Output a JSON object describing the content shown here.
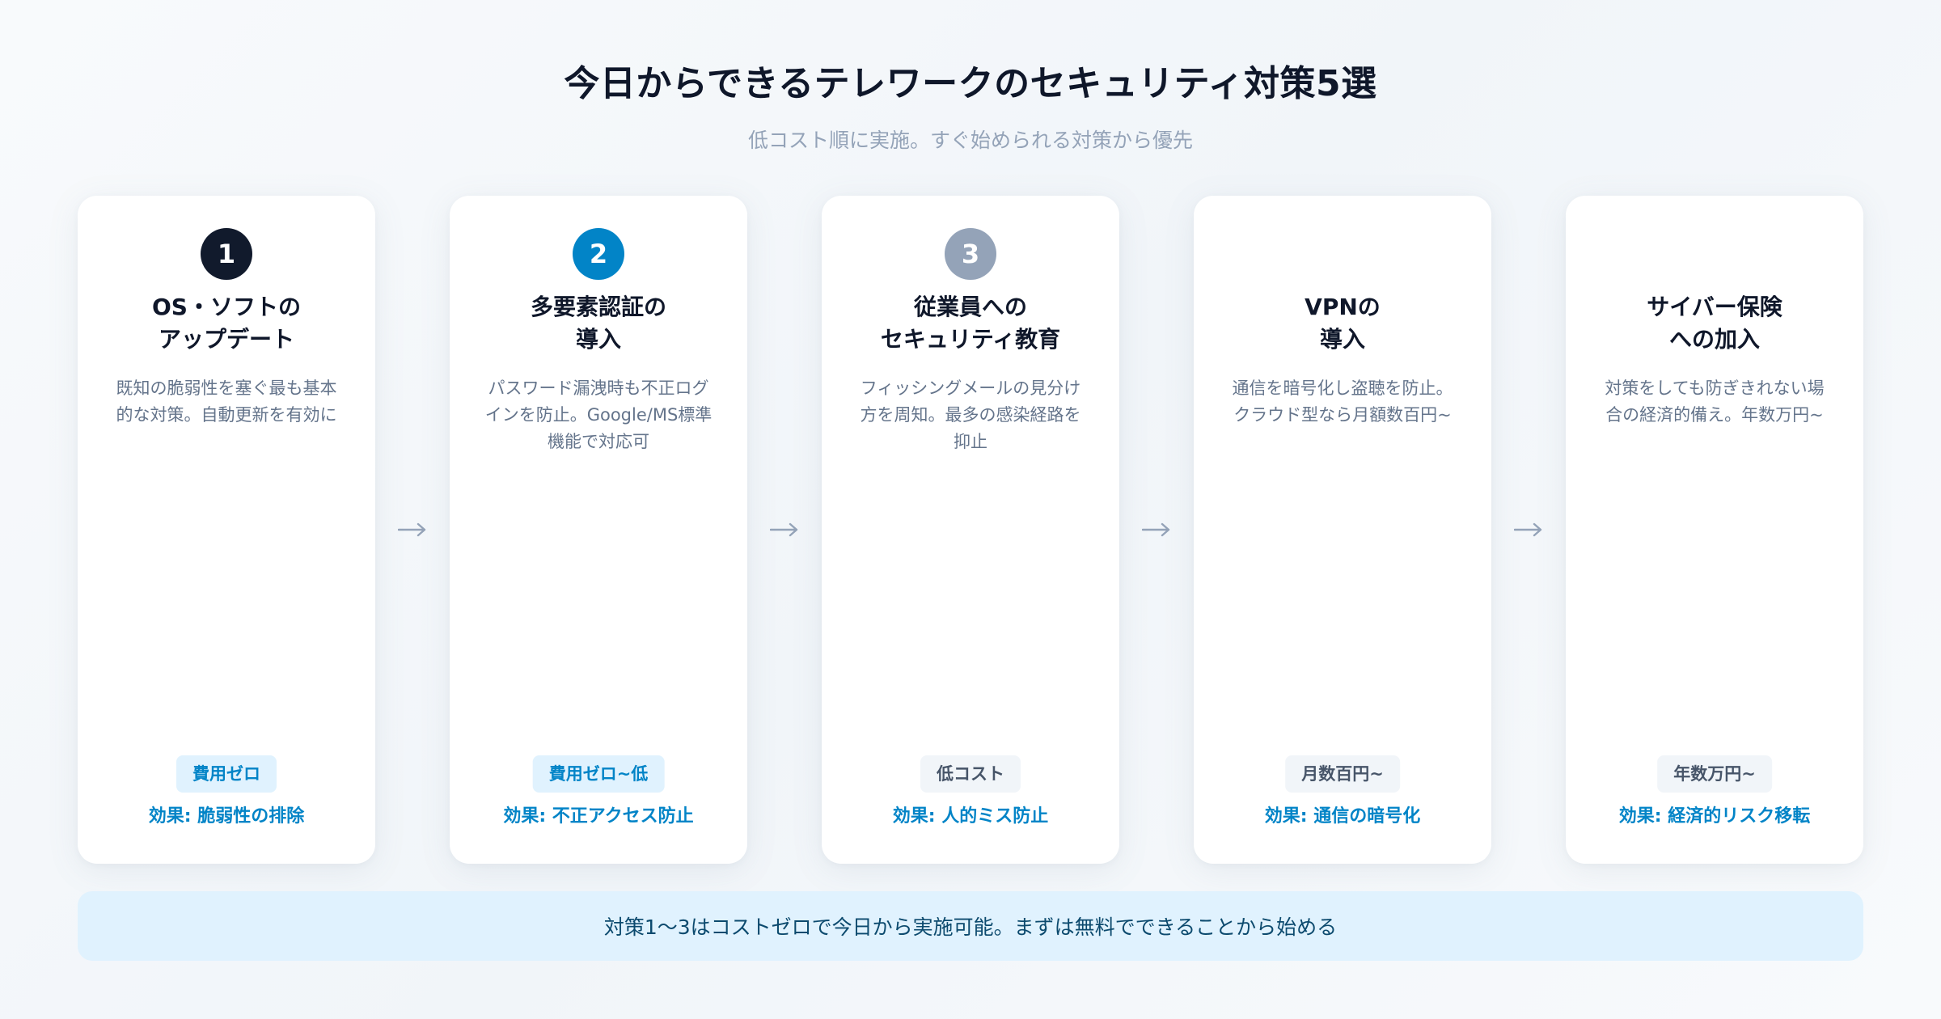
{
  "header": {
    "title": "今日からできるテレワークのセキュリティ対策5選",
    "subtitle": "低コスト順に実施。すぐ始められる対策から優先"
  },
  "colors": {
    "step_dark": "#111a2c",
    "step_blue": "#0284c7",
    "step_gray": "#94a3b8",
    "accent": "#0284c7",
    "badge_blue_bg": "#e0f2fe",
    "badge_gray_bg": "#f1f5f9",
    "footer_bg": "#e0f2fe"
  },
  "cards": [
    {
      "step": "1",
      "step_style": "dark",
      "title": "OS・ソフトの\nアップデート",
      "description": "既知の脆弱性を塞ぐ最も基本\n的な対策。自動更新を有効に",
      "cost_badge": "費用ゼロ",
      "badge_style": "blue",
      "effect": "効果: 脆弱性の排除"
    },
    {
      "step": "2",
      "step_style": "blue",
      "title": "多要素認証の\n導入",
      "description": "パスワード漏洩時も不正ログ\nインを防止。Google/MS標準\n機能で対応可",
      "cost_badge": "費用ゼロ~低",
      "badge_style": "blue",
      "effect": "効果: 不正アクセス防止"
    },
    {
      "step": "3",
      "step_style": "gray",
      "title": "従業員への\nセキュリティ教育",
      "description": "フィッシングメールの見分け\n方を周知。最多の感染経路を\n抑止",
      "cost_badge": "低コスト",
      "badge_style": "gray",
      "effect": "効果: 人的ミス防止"
    },
    {
      "step": "",
      "step_style": "none",
      "title": "VPNの\n導入",
      "description": "通信を暗号化し盗聴を防止。\nクラウド型なら月額数百円~",
      "cost_badge": "月数百円~",
      "badge_style": "gray",
      "effect": "効果: 通信の暗号化"
    },
    {
      "step": "",
      "step_style": "none",
      "title": "サイバー保険\nへの加入",
      "description": "対策をしても防ぎきれない場\n合の経済的備え。年数万円~",
      "cost_badge": "年数万円~",
      "badge_style": "gray",
      "effect": "効果: 経済的リスク移転"
    }
  ],
  "arrows": [
    "→",
    "→",
    "→",
    "→"
  ],
  "footer": {
    "note": "対策1〜3はコストゼロで今日から実施可能。まずは無料でできることから始める"
  }
}
